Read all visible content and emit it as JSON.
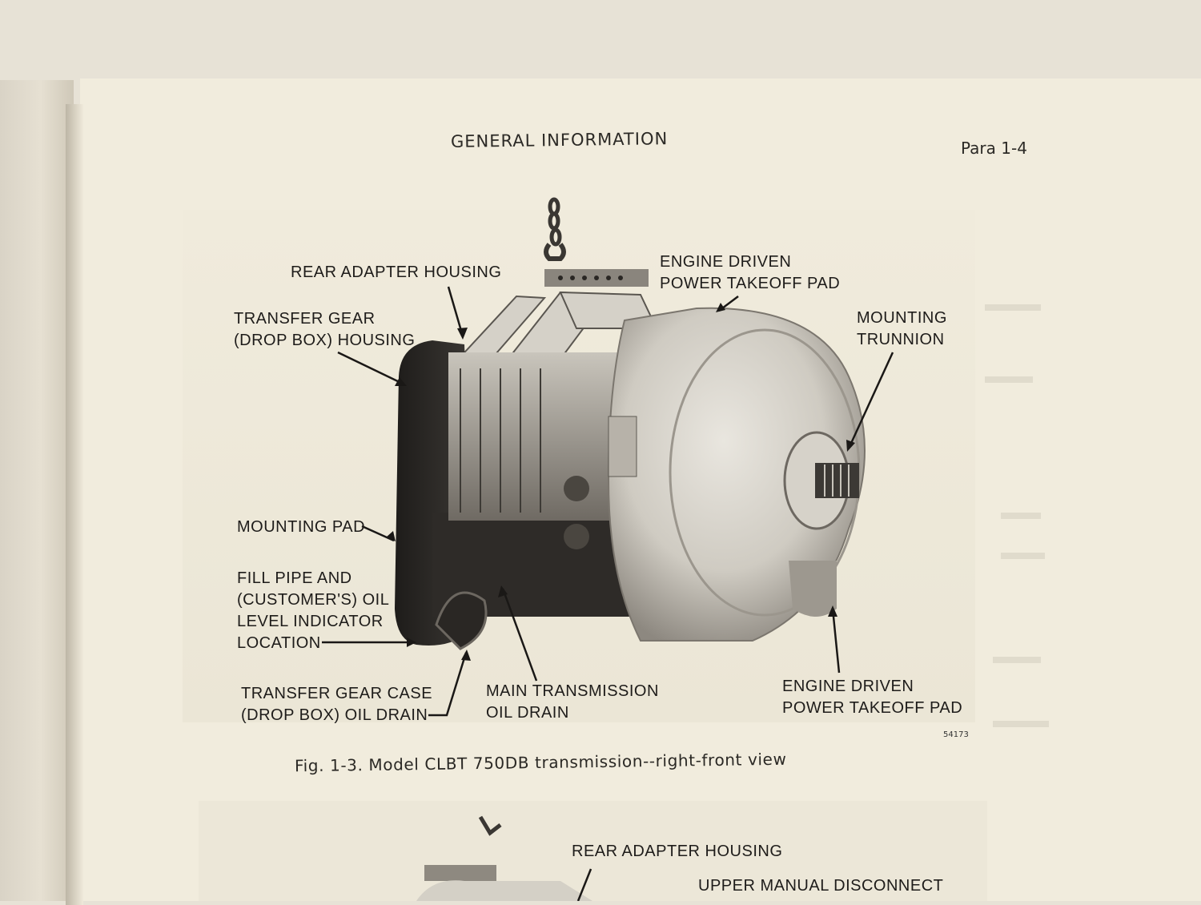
{
  "header": {
    "title": "GENERAL INFORMATION",
    "para": "Para 1-4"
  },
  "figure": {
    "number_tag": "54173",
    "caption": "Fig. 1-3.  Model CLBT 750DB transmission--right-front view",
    "labels": {
      "rear_adapter": "REAR ADAPTER HOUSING",
      "engine_pto_top": "ENGINE DRIVEN\nPOWER TAKEOFF PAD",
      "transfer_gear": "TRANSFER GEAR\n(DROP BOX) HOUSING",
      "mounting_trunnion": "MOUNTING\nTRUNNION",
      "mounting_pad": "MOUNTING PAD",
      "fill_pipe": "FILL PIPE AND\n(CUSTOMER'S) OIL\nLEVEL INDICATOR\nLOCATION",
      "transfer_drain": "TRANSFER GEAR CASE\n(DROP BOX) OIL DRAIN",
      "main_drain": "MAIN TRANSMISSION\nOIL DRAIN",
      "engine_pto_bottom": "ENGINE DRIVEN\nPOWER TAKEOFF PAD"
    }
  },
  "figure2": {
    "labels": {
      "rear_adapter": "REAR ADAPTER HOUSING",
      "upper_disconnect": "UPPER MANUAL DISCONNECT"
    }
  }
}
